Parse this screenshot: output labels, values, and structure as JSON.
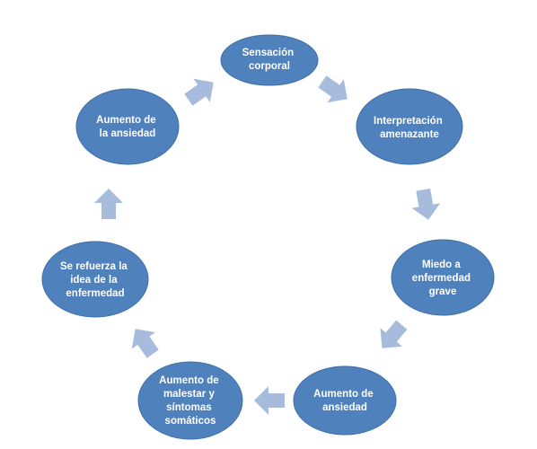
{
  "colors": {
    "node_fill": "#4F81BD",
    "node_stroke": "#3F6FA8",
    "arrow_fill": "#A7BCDD",
    "text": "#FFFFFF"
  },
  "nodes": [
    {
      "id": "sensacion",
      "lines": [
        "Sensación",
        "corporal"
      ]
    },
    {
      "id": "interpretacion",
      "lines": [
        "Interpretación",
        "amenazante"
      ]
    },
    {
      "id": "miedo",
      "lines": [
        "Miedo a",
        "enfermedad",
        "grave"
      ]
    },
    {
      "id": "ansiedad",
      "lines": [
        "Aumento de",
        "ansiedad"
      ]
    },
    {
      "id": "malestar",
      "lines": [
        "Aumento de",
        "malestar y",
        "síntomas",
        "somáticos"
      ]
    },
    {
      "id": "refuerza",
      "lines": [
        "Se refuerza la",
        "idea de la",
        "enfermedad"
      ]
    },
    {
      "id": "aumento-ansiedad",
      "lines": [
        "Aumento de",
        "la ansiedad"
      ]
    }
  ],
  "arrow_icon": "cycle-arrow-icon"
}
